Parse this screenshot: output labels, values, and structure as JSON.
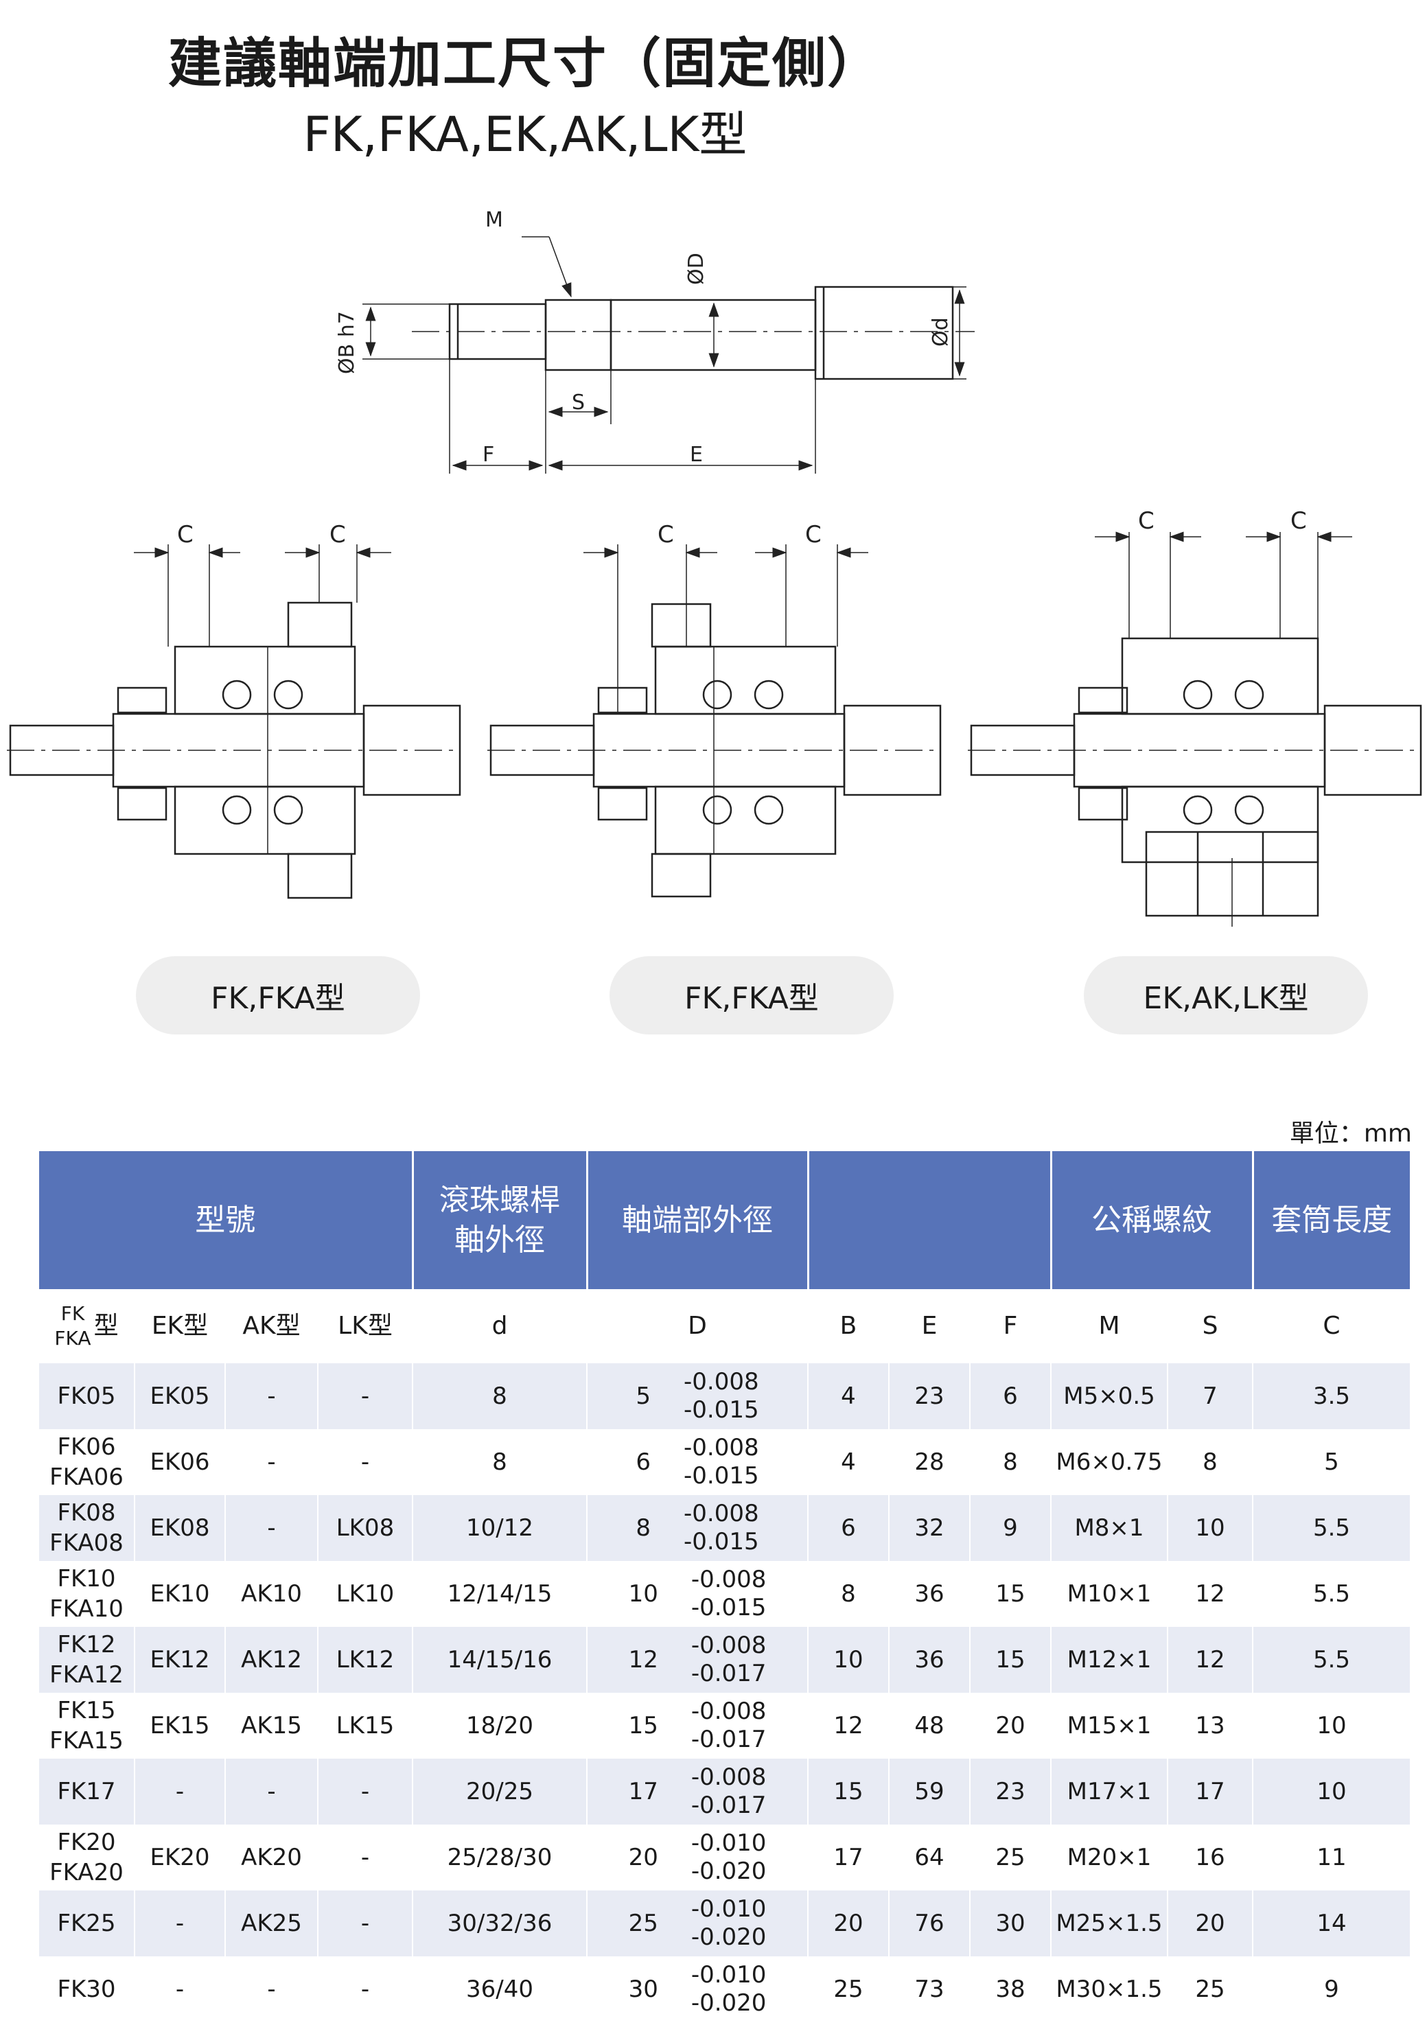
{
  "title": "建議軸端加工尺寸（固定側）",
  "subtitle": "FK,FKA,EK,AK,LK型",
  "diagram_labels": {
    "M": "M",
    "D": "ØD",
    "B": "ØB h7",
    "d": "Ød",
    "S": "S",
    "F": "F",
    "E": "E",
    "C": "C"
  },
  "pills": [
    "FK,FKA型",
    "FK,FKA型",
    "EK,AK,LK型"
  ],
  "unit": "單位：mm",
  "table": {
    "headers": {
      "model": "型號",
      "screw_dia_1": "滾珠螺桿",
      "screw_dia_2": "軸外徑",
      "shaft_end": "軸端部外徑",
      "thread": "公稱螺紋",
      "sleeve": "套筒長度"
    },
    "sub": {
      "fk_top": "FK",
      "fk_bot": "FKA",
      "fk_suffix": "型",
      "ek": "EK型",
      "ak": "AK型",
      "lk": "LK型",
      "d": "d",
      "D": "D",
      "B": "B",
      "E": "E",
      "F": "F",
      "M": "M",
      "S": "S",
      "C": "C"
    },
    "rows": [
      {
        "fk": "FK05",
        "fka": "",
        "ek": "EK05",
        "ak": "-",
        "lk": "-",
        "d": "8",
        "D": "5",
        "tol_up": "-0.008",
        "tol_low": "-0.015",
        "B": "4",
        "E": "23",
        "F": "6",
        "M": "M5×0.5",
        "S": "7",
        "C": "3.5"
      },
      {
        "fk": "FK06",
        "fka": "FKA06",
        "ek": "EK06",
        "ak": "-",
        "lk": "-",
        "d": "8",
        "D": "6",
        "tol_up": "-0.008",
        "tol_low": "-0.015",
        "B": "4",
        "E": "28",
        "F": "8",
        "M": "M6×0.75",
        "S": "8",
        "C": "5"
      },
      {
        "fk": "FK08",
        "fka": "FKA08",
        "ek": "EK08",
        "ak": "-",
        "lk": "LK08",
        "d": "10/12",
        "D": "8",
        "tol_up": "-0.008",
        "tol_low": "-0.015",
        "B": "6",
        "E": "32",
        "F": "9",
        "M": "M8×1",
        "S": "10",
        "C": "5.5"
      },
      {
        "fk": "FK10",
        "fka": "FKA10",
        "ek": "EK10",
        "ak": "AK10",
        "lk": "LK10",
        "d": "12/14/15",
        "D": "10",
        "tol_up": "-0.008",
        "tol_low": "-0.015",
        "B": "8",
        "E": "36",
        "F": "15",
        "M": "M10×1",
        "S": "12",
        "C": "5.5"
      },
      {
        "fk": "FK12",
        "fka": "FKA12",
        "ek": "EK12",
        "ak": "AK12",
        "lk": "LK12",
        "d": "14/15/16",
        "D": "12",
        "tol_up": "-0.008",
        "tol_low": "-0.017",
        "B": "10",
        "E": "36",
        "F": "15",
        "M": "M12×1",
        "S": "12",
        "C": "5.5"
      },
      {
        "fk": "FK15",
        "fka": "FKA15",
        "ek": "EK15",
        "ak": "AK15",
        "lk": "LK15",
        "d": "18/20",
        "D": "15",
        "tol_up": "-0.008",
        "tol_low": "-0.017",
        "B": "12",
        "E": "48",
        "F": "20",
        "M": "M15×1",
        "S": "13",
        "C": "10"
      },
      {
        "fk": "FK17",
        "fka": "",
        "ek": "-",
        "ak": "-",
        "lk": "-",
        "d": "20/25",
        "D": "17",
        "tol_up": "-0.008",
        "tol_low": "-0.017",
        "B": "15",
        "E": "59",
        "F": "23",
        "M": "M17×1",
        "S": "17",
        "C": "10"
      },
      {
        "fk": "FK20",
        "fka": "FKA20",
        "ek": "EK20",
        "ak": "AK20",
        "lk": "-",
        "d": "25/28/30",
        "D": "20",
        "tol_up": "-0.010",
        "tol_low": "-0.020",
        "B": "17",
        "E": "64",
        "F": "25",
        "M": "M20×1",
        "S": "16",
        "C": "11"
      },
      {
        "fk": "FK25",
        "fka": "",
        "ek": "-",
        "ak": "AK25",
        "lk": "-",
        "d": "30/32/36",
        "D": "25",
        "tol_up": "-0.010",
        "tol_low": "-0.020",
        "B": "20",
        "E": "76",
        "F": "30",
        "M": "M25×1.5",
        "S": "20",
        "C": "14"
      },
      {
        "fk": "FK30",
        "fka": "",
        "ek": "-",
        "ak": "-",
        "lk": "-",
        "d": "36/40",
        "D": "30",
        "tol_up": "-0.010",
        "tol_low": "-0.020",
        "B": "25",
        "E": "73",
        "F": "38",
        "M": "M30×1.5",
        "S": "25",
        "C": "9"
      }
    ]
  }
}
